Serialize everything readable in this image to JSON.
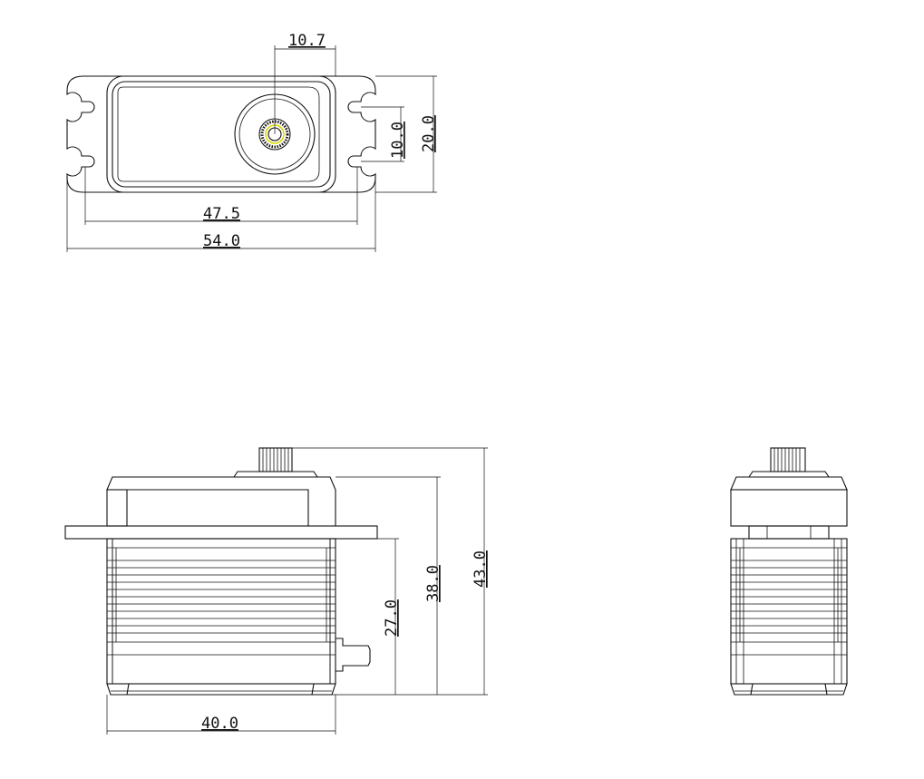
{
  "dimensions": {
    "shaft_offset": "10.7",
    "mount_hole_spacing_width": "10.0",
    "body_width": "20.0",
    "mount_hole_spacing_length": "47.5",
    "overall_length": "54.0",
    "body_length": "40.0",
    "height_to_flange": "27.0",
    "height_to_top": "38.0",
    "overall_height": "43.0"
  },
  "colors": {
    "line": "#111111",
    "spline_highlight": "#d8d800",
    "background": "#ffffff"
  }
}
